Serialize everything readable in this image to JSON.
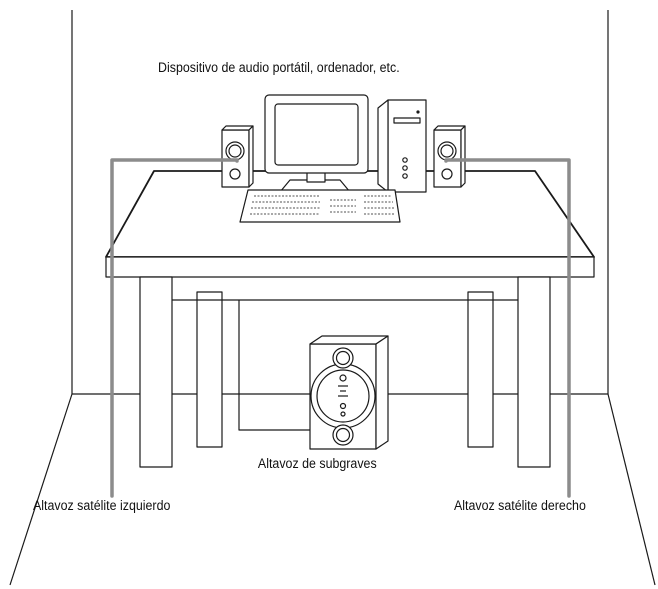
{
  "labels": {
    "device": "Dispositivo de audio portátil, ordenador, etc.",
    "subwoofer": "Altavoz de subgraves",
    "left_satellite": "Altavoz satélite izquierdo",
    "right_satellite": "Altavoz satélite derecho"
  },
  "colors": {
    "line": "#1a1a1a",
    "cable": "#8c8c8c",
    "background": "#ffffff"
  }
}
